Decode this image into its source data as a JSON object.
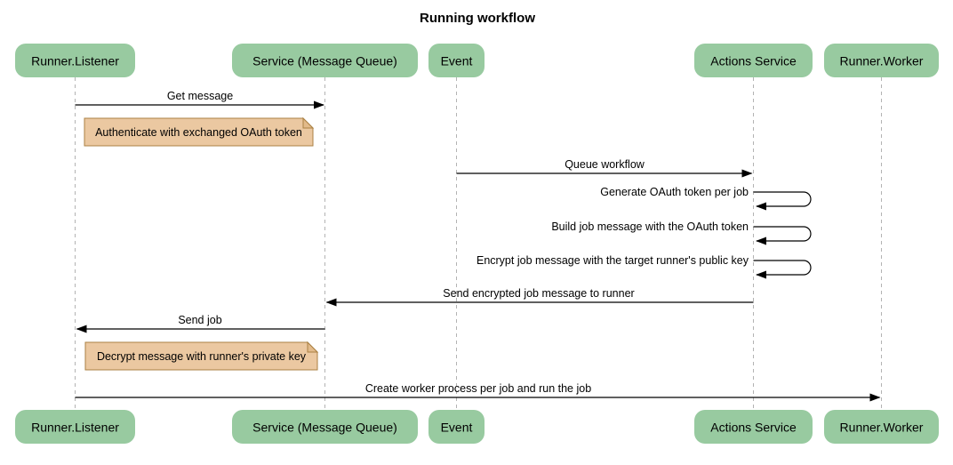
{
  "title": "Running workflow",
  "diagram_type": "sequence",
  "colors": {
    "background": "#ffffff",
    "participant_fill": "#98caa0",
    "note_fill": "#ebc8a1",
    "note_fold_fill": "#e2ba8a",
    "note_border": "#ab8144",
    "lifeline": "#b3b3b3",
    "message_line": "#000000",
    "text": "#000000"
  },
  "participants": [
    {
      "name": "Runner.Listener"
    },
    {
      "name": "Service (Message Queue)"
    },
    {
      "name": "Event"
    },
    {
      "name": "Actions Service"
    },
    {
      "name": "Runner.Worker"
    }
  ],
  "messages": [
    {
      "from": "Runner.Listener",
      "to": "Service (Message Queue)",
      "label": "Get message",
      "type": "solid-arrow"
    },
    {
      "from": "Event",
      "to": "Actions Service",
      "label": "Queue workflow",
      "type": "solid-arrow"
    },
    {
      "from": "Actions Service",
      "to": "Actions Service",
      "label": "Generate OAuth token per job",
      "type": "self-loop"
    },
    {
      "from": "Actions Service",
      "to": "Actions Service",
      "label": "Build job message with the OAuth token",
      "type": "self-loop"
    },
    {
      "from": "Actions Service",
      "to": "Actions Service",
      "label": "Encrypt job message with the target runner's public key",
      "type": "self-loop"
    },
    {
      "from": "Actions Service",
      "to": "Service (Message Queue)",
      "label": "Send encrypted job message to runner",
      "type": "solid-arrow"
    },
    {
      "from": "Service (Message Queue)",
      "to": "Runner.Listener",
      "label": "Send job",
      "type": "solid-arrow"
    },
    {
      "from": "Runner.Listener",
      "to": "Runner.Worker",
      "label": "Create worker process per job and run the job",
      "type": "solid-arrow"
    }
  ],
  "notes": [
    {
      "over": "Runner.Listener",
      "label": "Authenticate with exchanged OAuth token"
    },
    {
      "over": "Runner.Listener",
      "label": "Decrypt message with runner's private key"
    }
  ]
}
